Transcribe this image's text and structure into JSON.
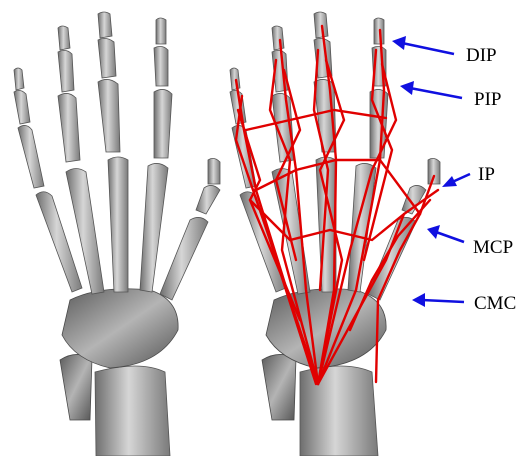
{
  "colors": {
    "bone": "#9a9a9a",
    "tendon": "#e00000",
    "arrow": "#1010e0",
    "label": "#000000"
  },
  "joints": {
    "dip": "DIP",
    "pip": "PIP",
    "ip": "IP",
    "mcp": "MCP",
    "cmc": "CMC"
  }
}
